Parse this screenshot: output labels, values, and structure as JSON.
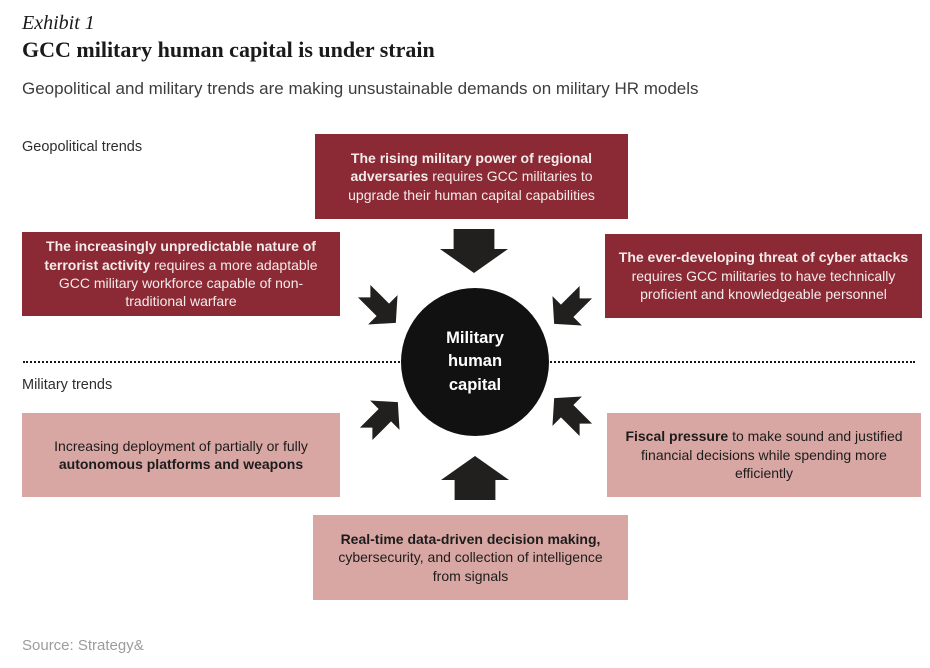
{
  "header": {
    "exhibit_label": "Exhibit 1",
    "title": "GCC military human capital is under strain",
    "subtitle": "Geopolitical and military trends are making unsustainable demands on military HR models"
  },
  "diagram": {
    "section_labels": {
      "top": "Geopolitical trends",
      "bottom": "Military trends"
    },
    "center": {
      "label": "Military\nhuman\ncapital"
    },
    "geopolitical_boxes": {
      "top": {
        "bold": "The rising military power of regional adversaries",
        "rest": "requires GCC militaries to upgrade their human capital capabilities"
      },
      "left": {
        "bold": "The increasingly unpredictable nature of terrorist activity",
        "rest": "requires a more adaptable GCC military workforce capable of non-traditional warfare"
      },
      "right": {
        "bold": "The ever-developing threat of cyber attacks",
        "rest": "requires GCC militaries to have technically proficient and knowledgeable personnel"
      }
    },
    "military_boxes": {
      "left": {
        "lead": "Increasing deployment of partially or fully",
        "bold": "autonomous platforms and weapons"
      },
      "right": {
        "bold": "Fiscal pressure",
        "rest": "to make sound and justified financial decisions while spending more efficiently"
      },
      "bottom": {
        "bold": "Real-time data-driven decision making,",
        "rest": "cybersecurity, and collection of intelligence from signals"
      }
    },
    "colors": {
      "maroon": "#8b2934",
      "pink": "#d9a7a3",
      "arrow_black": "#22201e",
      "circle_black": "#111111"
    }
  },
  "footer": {
    "source": "Source: Strategy&"
  }
}
